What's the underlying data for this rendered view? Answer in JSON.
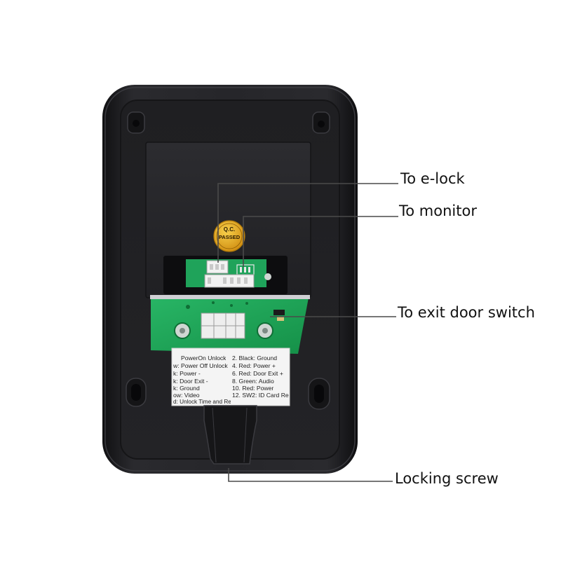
{
  "callouts": {
    "elock": "To e-lock",
    "monitor": "To monitor",
    "exit_switch": "To exit door switch",
    "locking_screw": "Locking screw"
  },
  "qc_seal": {
    "line1": "Q.C.",
    "line2": "PASSED"
  },
  "wiring_sticker": {
    "left_column": [
      "PowerOn Unlock",
      "w: Power Off Unlock",
      "k: Power -",
      "k: Door Exit -",
      "k: Ground",
      "ow: Video",
      "d: Unlock Time and Remote Controller Se"
    ],
    "right_column": [
      "2. Black: Ground",
      "4. Red: Power +",
      "6. Red: Door Exit +",
      "8. Green: Audio",
      "10. Red: Power",
      "12. SW2: ID Card Re"
    ]
  },
  "colors": {
    "housing": "#1c1c1f",
    "pcb": "#1fa35a",
    "sticker": "#f4f4f4",
    "seal": "#e6a51c",
    "leader_line": "#4a4a4a"
  }
}
